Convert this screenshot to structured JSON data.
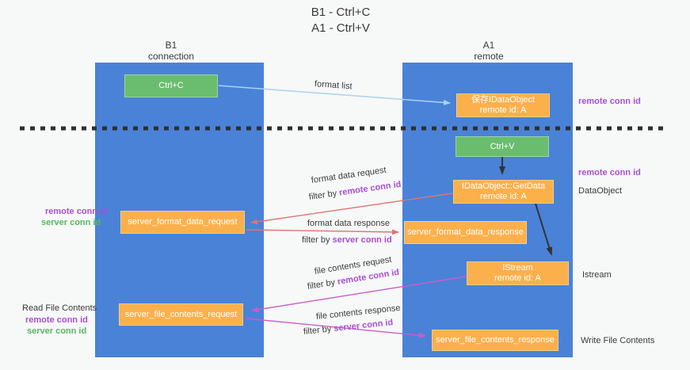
{
  "title": {
    "line1": "B1 - Ctrl+C",
    "line2": "A1 - Ctrl+V"
  },
  "columns": {
    "left": {
      "name": "B1",
      "role": "connection"
    },
    "right": {
      "name": "A1",
      "role": "remote"
    }
  },
  "boxes": {
    "ctrl_c": {
      "label": "Ctrl+C"
    },
    "clipboard_object": {
      "line1": "保存IDataObject",
      "line2": "remote id: A"
    },
    "ctrl_v": {
      "label": "Ctrl+V"
    },
    "getdata": {
      "line1": "IDataObject::GetData",
      "line2": "remote id: A"
    },
    "format_request": {
      "label": "server_format_data_request"
    },
    "format_response": {
      "label": "server_format_data_response"
    },
    "istream": {
      "line1": "IStream",
      "line2": "remote id: A"
    },
    "file_request": {
      "label": "server_file_contents_request"
    },
    "file_response": {
      "label": "server_file_contents_response"
    }
  },
  "arrow_labels": {
    "format_list": "format list",
    "format_data_request": "format data request",
    "format_data_response": "format data response",
    "file_contents_request": "file contents request",
    "file_contents_response": "file contents response",
    "filter_by": "filter by ",
    "remote_conn_id": "remote conn id",
    "server_conn_id": "server conn id"
  },
  "side_labels": {
    "remote_conn_id": "remote conn id",
    "server_conn_id": "server conn id",
    "dataobject": "DataObject",
    "istream": "Istream",
    "read_file_contents": "Read File Contents",
    "write_file_contents": "Write File Contents"
  },
  "colors": {
    "column_blue": "#4a82d8",
    "box_green": "#6abd6e",
    "box_orange": "#fbb04c",
    "label_purple": "#a94fd1",
    "label_green": "#55b85f",
    "arrow_red": "#e37272",
    "arrow_magenta": "#c75fc7",
    "arrow_blue": "#a9d3ee",
    "arrow_black": "#333333",
    "dash_black": "#2f2f2f"
  }
}
